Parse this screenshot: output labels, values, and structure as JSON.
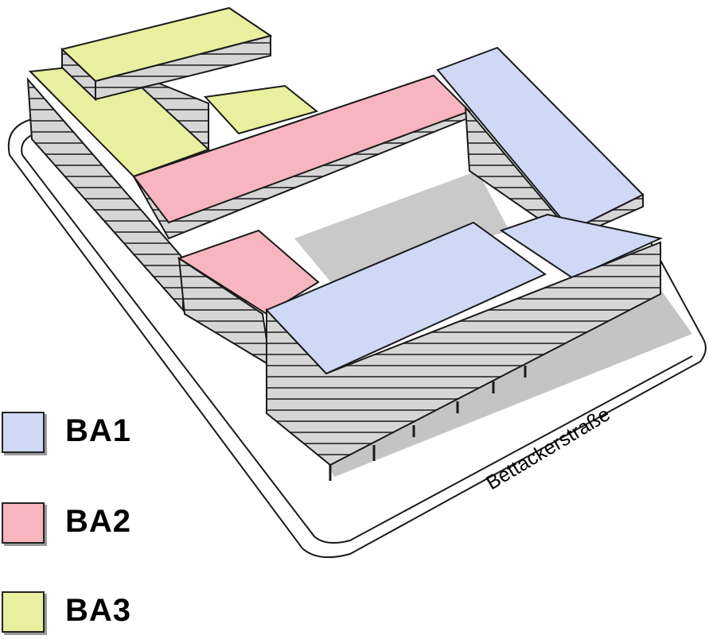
{
  "street": {
    "name": "Bettackerstraße"
  },
  "legend": {
    "items": [
      {
        "label": "BA1",
        "color": "#cfd8f5"
      },
      {
        "label": "BA2",
        "color": "#f7b6bf"
      },
      {
        "label": "BA3",
        "color": "#e8ef9e"
      }
    ]
  },
  "colors": {
    "ba1": "#cfd8f5",
    "ba2": "#f7b6bf",
    "ba3": "#e8ef9e",
    "facade": "#d2d2d2",
    "shadow": "#c2c2c2",
    "outline": "#1a1a1a"
  }
}
